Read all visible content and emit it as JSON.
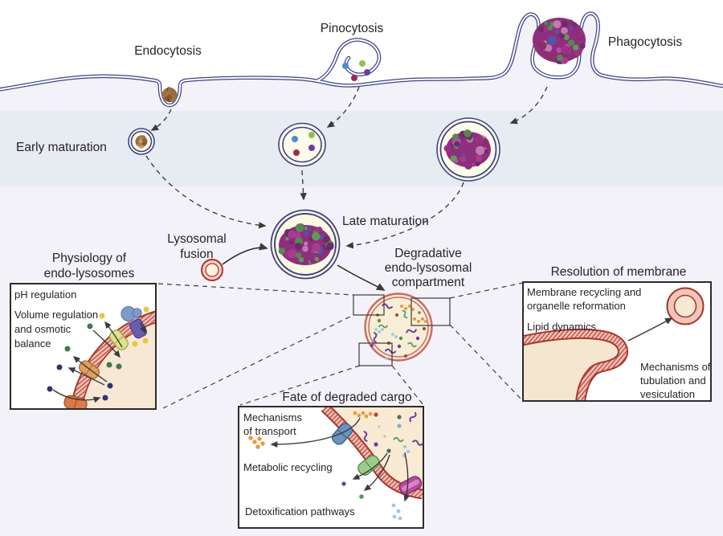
{
  "labels": {
    "endocytosis": "Endocytosis",
    "pinocytosis": "Pinocytosis",
    "phagocytosis": "Phagocytosis",
    "early_maturation": "Early maturation",
    "late_maturation": "Late maturation",
    "lysosomal_fusion": [
      "Lysosomal",
      "fusion"
    ],
    "degradative": [
      "Degradative",
      "endo-lysosomal",
      "compartment"
    ]
  },
  "boxes": {
    "physiology": {
      "title": [
        "Physiology of",
        "endo-lysosomes"
      ],
      "items": {
        "ph": "pH regulation",
        "volume": [
          "Volume regulation",
          "and osmotic",
          "balance"
        ]
      }
    },
    "resolution": {
      "title": "Resolution of membrane",
      "items": {
        "recycling": [
          "Membrane recycling and",
          "organelle reformation"
        ],
        "lipid": "Lipid dynamics",
        "tubulation": [
          "Mechanisms of",
          "tubulation and",
          "vesiculation"
        ]
      }
    },
    "fate": {
      "title": "Fate of degraded cargo",
      "items": {
        "transport": [
          "Mechanisms",
          "of transport"
        ],
        "metabolic": "Metabolic recycling",
        "detox": "Detoxification pathways"
      }
    }
  },
  "colors": {
    "cell_membrane": "#3e4386",
    "cytoplasm": "#f3f2f8",
    "maturation_band": "#e7ebf2",
    "vesicle_fill": "#fdfbea",
    "lysosome_membrane": "#a8362f",
    "lysosome_lumen": "#f6e8d4",
    "cargo_clump": "#8f2d7e",
    "text": "#272226"
  }
}
